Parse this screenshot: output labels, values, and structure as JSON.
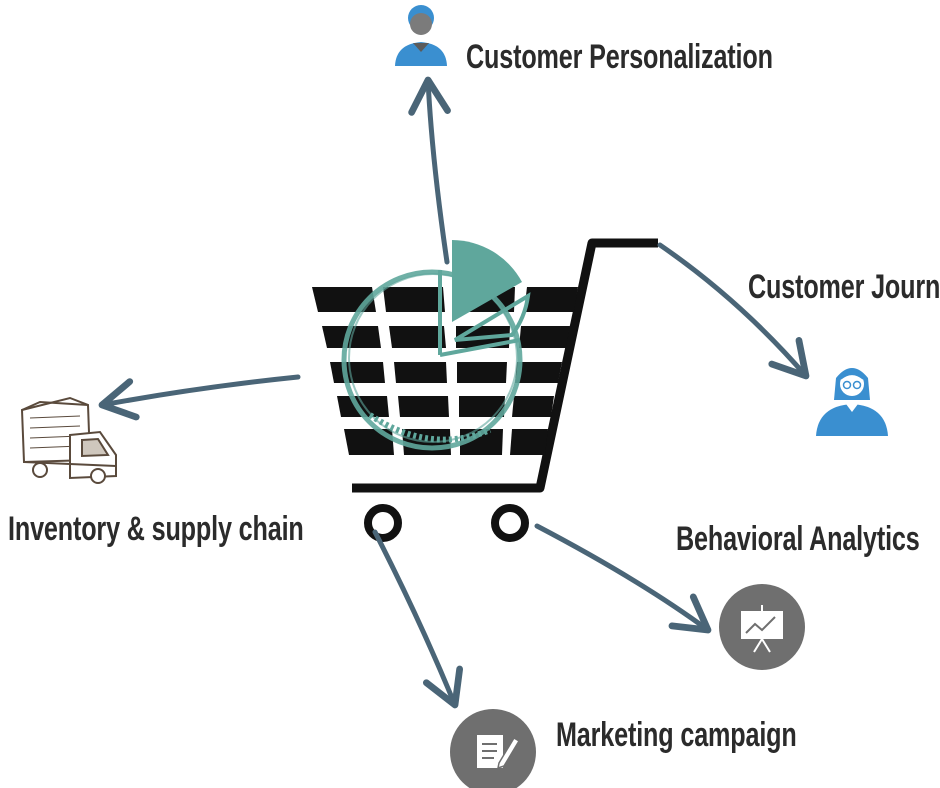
{
  "nodes": [
    {
      "id": "customer-personalization",
      "label": "Customer Personalization",
      "icon": "user-icon",
      "color": "#3a8fd0"
    },
    {
      "id": "customer-journey",
      "label": "Customer Journey",
      "icon": "woman-user-icon",
      "color": "#3a8fd0"
    },
    {
      "id": "inventory",
      "label": "Inventory & supply chain",
      "icon": "delivery-truck-icon"
    },
    {
      "id": "behavioral-analytics",
      "label": "Behavioral Analytics",
      "icon": "presentation-chart-icon",
      "color": "#6f6f6f"
    },
    {
      "id": "marketing-campaign",
      "label": "Marketing campaign",
      "icon": "document-edit-icon",
      "color": "#6f6f6f"
    }
  ],
  "center": {
    "icon": "shopping-cart-icon",
    "overlay": "pie-chart-icon",
    "pie_color": "#5fa79c"
  },
  "arrow_color": "#4a6577"
}
